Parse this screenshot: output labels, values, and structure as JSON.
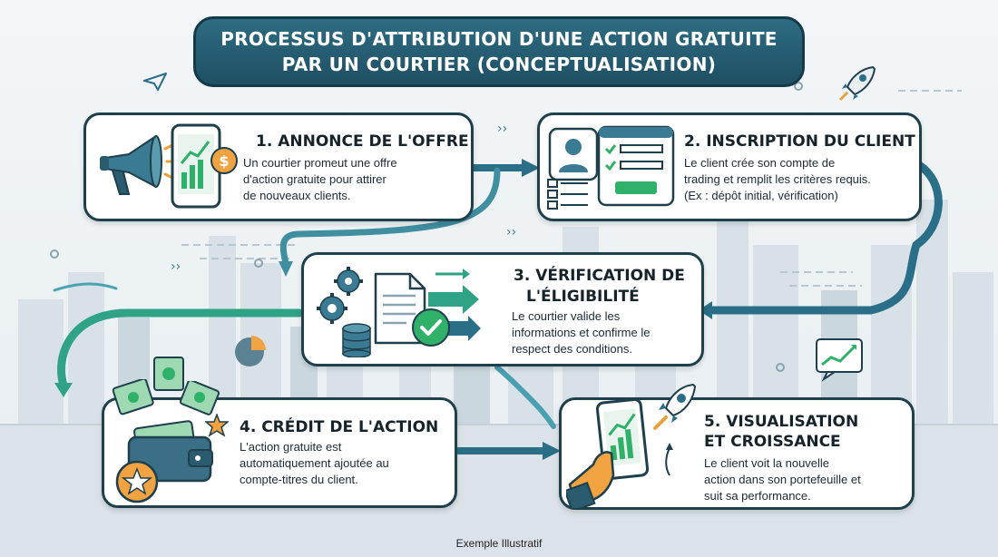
{
  "title": {
    "line1": "PROCESSUS D'ATTRIBUTION D'UNE ACTION GRATUITE",
    "line2": "PAR UN COURTIER (CONCEPTUALISATION)"
  },
  "steps": [
    {
      "title": "1. ANNONCE DE L'OFFRE",
      "desc": [
        "Un courtier promeut une offre",
        "d'action gratuite pour attirer",
        "de nouveaux clients."
      ]
    },
    {
      "title": "2. INSCRIPTION DU CLIENT",
      "desc": [
        "Le client crée son compte de",
        "trading et remplit les critères requis.",
        "(Ex : dépôt initial, vérification)"
      ]
    },
    {
      "title_lines": [
        "3. VÉRIFICATION DE",
        "L'ÉLIGIBILITÉ"
      ],
      "desc": [
        "Le courtier valide les",
        "informations et confirme le",
        "respect des conditions."
      ]
    },
    {
      "title": "4. CRÉDIT DE L'ACTION",
      "desc": [
        "L'action gratuite est",
        "automatiquement ajoutée au",
        "compte-titres du client."
      ]
    },
    {
      "title_lines": [
        "5. VISUALISATION",
        "ET CROISSANCE"
      ],
      "desc": [
        "Le client voit la nouvelle",
        "action dans son portefeuille et",
        "suit sa performance."
      ]
    }
  ],
  "icons": [
    "megaphone-icon",
    "phone-chart-icon",
    "dollar-coin-icon",
    "user-profile-icon",
    "checklist-icon",
    "laptop-form-icon",
    "gears-icon",
    "document-icon",
    "database-icon",
    "checkmark-icon",
    "wallet-icon",
    "banknote-icon",
    "star-icon",
    "hand-phone-icon",
    "rocket-icon",
    "pie-chart-icon",
    "paper-plane-icon",
    "chart-bubble-icon"
  ],
  "colors": {
    "banner": "#28627a",
    "arrow": "#2f7d91",
    "green": "#2fb16a",
    "border": "#1f3f4d"
  },
  "footer": "Exemple Illustratif"
}
